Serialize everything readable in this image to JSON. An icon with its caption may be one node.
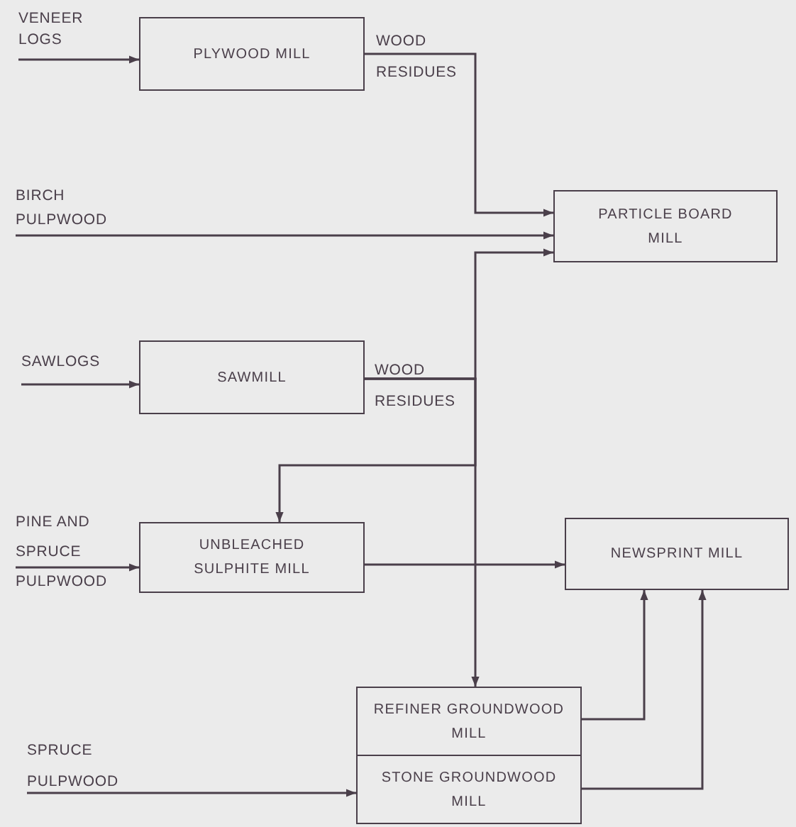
{
  "diagram": {
    "nodes": [
      {
        "text": [
          "VENEER LOGS"
        ]
      },
      {
        "text": [
          "PLYWOOD MILL"
        ]
      },
      {
        "text": [
          "BIRCH PULPWOOD"
        ]
      },
      {
        "text": [
          "PARTICLE BOARD MILL"
        ]
      },
      {
        "text": [
          "SAWLOGS"
        ]
      },
      {
        "text": [
          "SAWMILL"
        ]
      },
      {
        "text": [
          "PINE AND SPRUCE PULPWOOD"
        ]
      },
      {
        "text": [
          "UNBLEACHED SULPHITE MILL"
        ]
      },
      {
        "text": [
          "NEWSPRINT MILL"
        ]
      },
      {
        "text": [
          "REFINER GROUNDWOOD MILL"
        ]
      },
      {
        "text": [
          "STONE GROUNDWOOD MILL"
        ]
      },
      {
        "text": [
          "SPRUCE PULPWOOD"
        ]
      }
    ],
    "edges": [
      {
        "from": 0,
        "to": 1,
        "arrow": "to"
      },
      {
        "from": 1,
        "to": 3,
        "arrow": "to",
        "label": "WOOD RESIDUES"
      },
      {
        "from": 2,
        "to": 3,
        "arrow": "to"
      },
      {
        "from": 4,
        "to": 5,
        "arrow": "to"
      },
      {
        "from": 5,
        "to": 3,
        "arrow": "to",
        "label": "WOOD RESIDUES"
      },
      {
        "from": 5,
        "to": 7,
        "arrow": "to"
      },
      {
        "from": 5,
        "to": 9,
        "arrow": "to"
      },
      {
        "from": 6,
        "to": 7,
        "arrow": "to"
      },
      {
        "from": 7,
        "to": 8,
        "arrow": "to"
      },
      {
        "from": 9,
        "to": 8,
        "arrow": "to"
      },
      {
        "from": 10,
        "to": 8,
        "arrow": "to"
      },
      {
        "from": 11,
        "to": 10,
        "arrow": "to"
      }
    ]
  }
}
